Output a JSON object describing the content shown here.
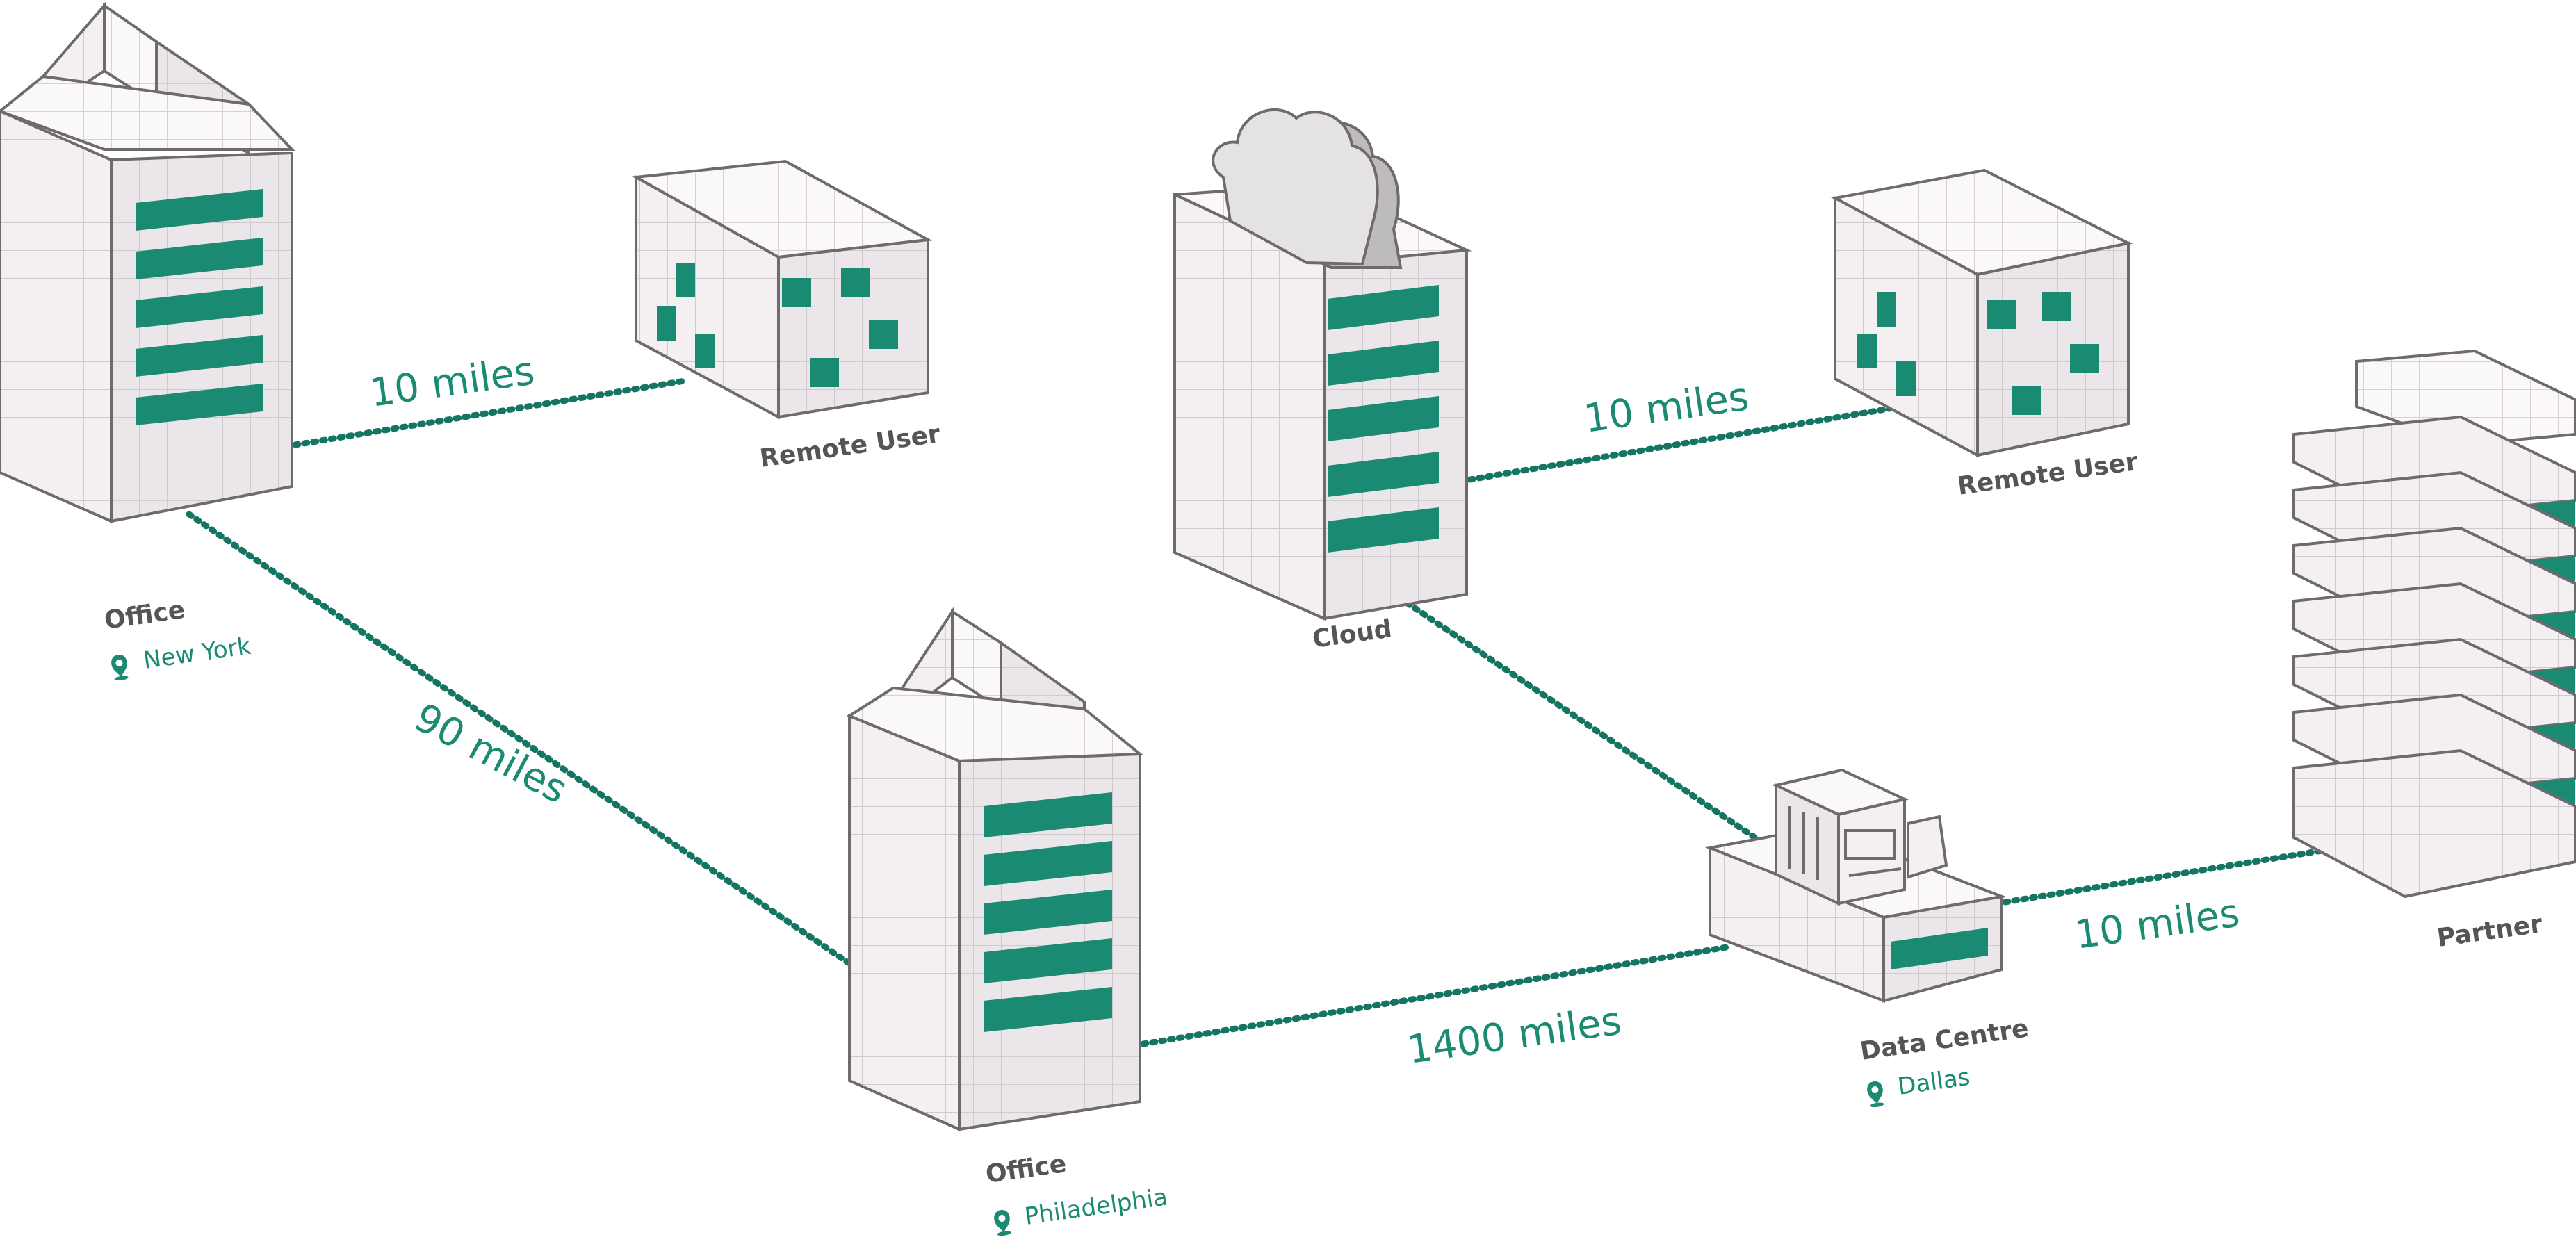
{
  "colors": {
    "accent": "#1a8a72",
    "line": "#137562",
    "label": "#555555",
    "cube_face": "#f4f0f2",
    "cube_side": "#ebe6e9",
    "cube_grid": "#cfcacd",
    "outline": "#6f6a6d",
    "cloud": "#d9d7d8"
  },
  "nodes": {
    "office_ny": {
      "title": "Office",
      "location": "New York",
      "location_icon": "map-pin-icon"
    },
    "remote_user_left": {
      "title": "Remote User"
    },
    "cloud": {
      "title": "Cloud"
    },
    "remote_user_right": {
      "title": "Remote User"
    },
    "partner": {
      "title": "Partner"
    },
    "office_phl": {
      "title": "Office",
      "location": "Philadelphia",
      "location_icon": "map-pin-icon"
    },
    "data_centre": {
      "title": "Data Centre",
      "location": "Dallas",
      "location_icon": "map-pin-icon"
    }
  },
  "links": {
    "ny_remote": "10 miles",
    "ny_phl": "90 miles",
    "cloud_remote": "10 miles",
    "phl_dc": "1400 miles",
    "dc_partner": "10 miles"
  }
}
